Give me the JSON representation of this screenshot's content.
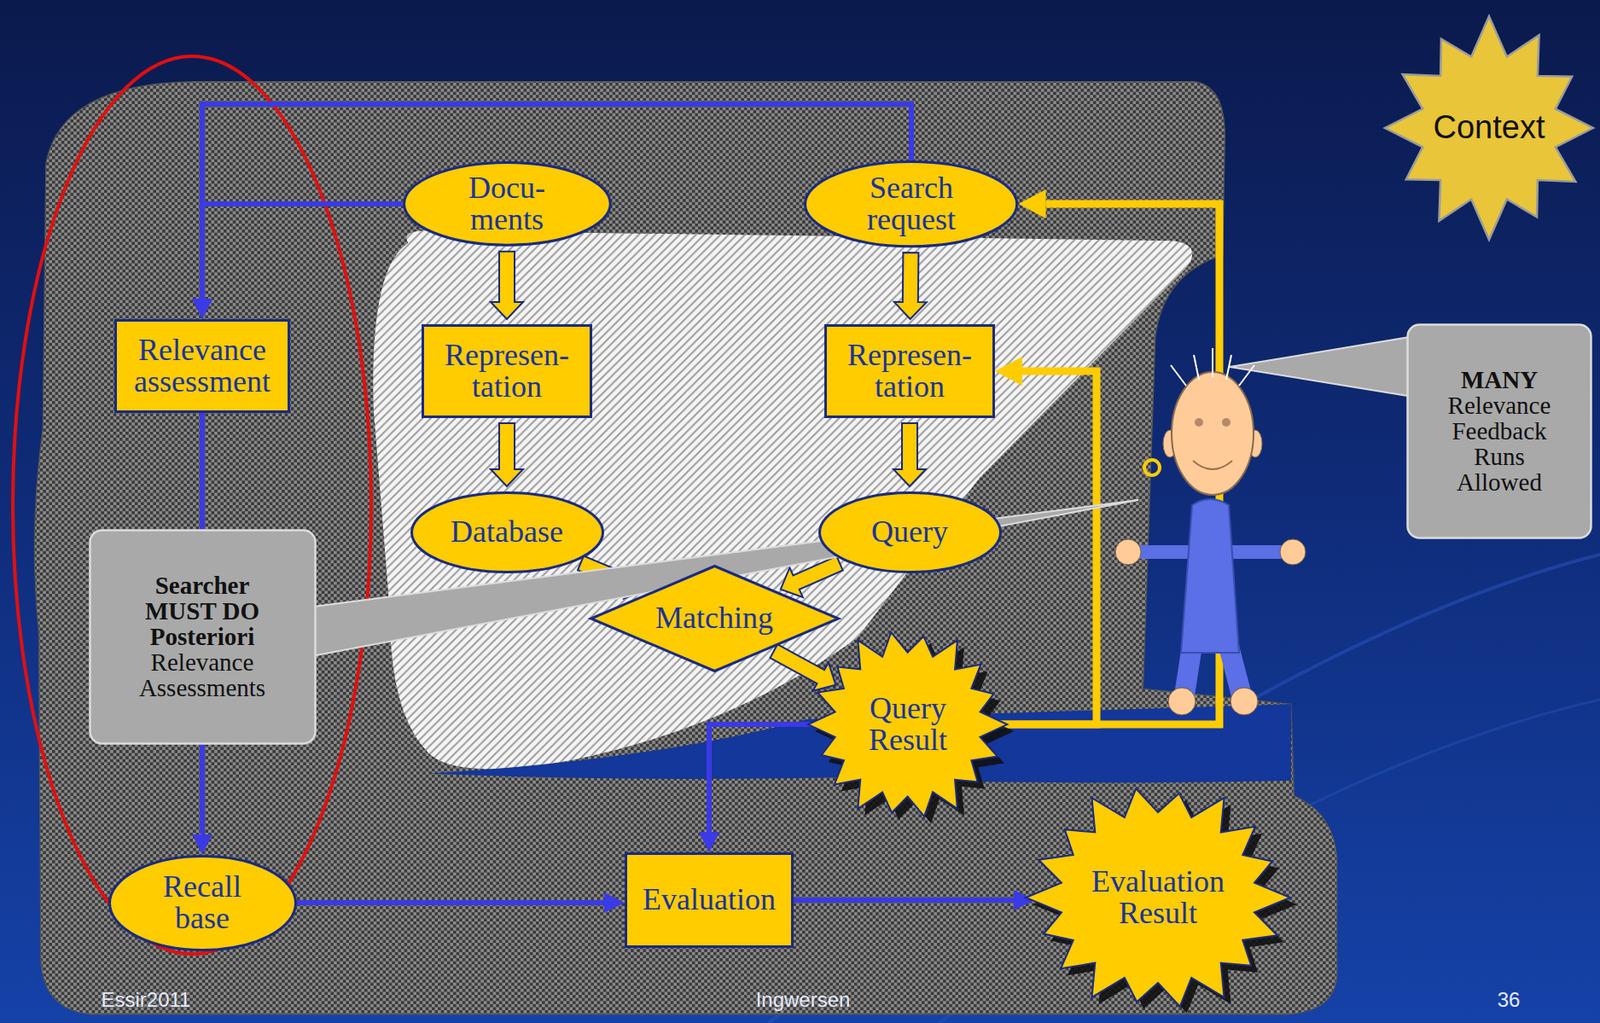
{
  "diagram": {
    "nodes": [
      {
        "text": [
          "Docu- ments"
        ]
      },
      {
        "text": [
          "Search request"
        ]
      },
      {
        "text": [
          "Context"
        ]
      },
      {
        "text": [
          "Relevance assessment"
        ]
      },
      {
        "text": [
          "Represen- tation"
        ]
      },
      {
        "text": [
          "Represen- tation"
        ]
      },
      {
        "text": [
          "MANY",
          "Relevance Feedback Runs Allowed"
        ]
      },
      {
        "text": [
          "Database"
        ]
      },
      {
        "text": [
          "Query"
        ]
      },
      {
        "text": [
          "Searcher MUST DO Posteriori",
          "Relevance Assessments"
        ]
      },
      {
        "text": [
          "Matching"
        ]
      },
      {
        "text": [
          "Query Result"
        ]
      },
      {
        "text": [
          "Recall base"
        ]
      },
      {
        "text": [
          "Evaluation"
        ]
      },
      {
        "text": [
          "Evaluation Result"
        ]
      }
    ],
    "edges": [
      {
        "from": 0,
        "to": 4,
        "arrow": "to"
      },
      {
        "from": 4,
        "to": 7,
        "arrow": "to"
      },
      {
        "from": 1,
        "to": 5,
        "arrow": "to"
      },
      {
        "from": 5,
        "to": 8,
        "arrow": "to"
      },
      {
        "from": 7,
        "to": 10,
        "arrow": "to"
      },
      {
        "from": 8,
        "to": 10,
        "arrow": "to"
      },
      {
        "from": 10,
        "to": 11,
        "arrow": "to"
      },
      {
        "from": 0,
        "to": 3,
        "arrow": "to"
      },
      {
        "from": 1,
        "to": 3,
        "arrow": "to"
      },
      {
        "from": 3,
        "to": 12,
        "arrow": "to"
      },
      {
        "from": 12,
        "to": 13,
        "arrow": "to"
      },
      {
        "from": 11,
        "to": 13,
        "arrow": "to"
      },
      {
        "from": 13,
        "to": 14,
        "arrow": "to"
      },
      {
        "from": 11,
        "to": 1,
        "arrow": "to"
      },
      {
        "from": 11,
        "to": 5,
        "arrow": "to"
      }
    ],
    "labels": [
      "Essir2011",
      "Ingwersen",
      "36"
    ]
  }
}
